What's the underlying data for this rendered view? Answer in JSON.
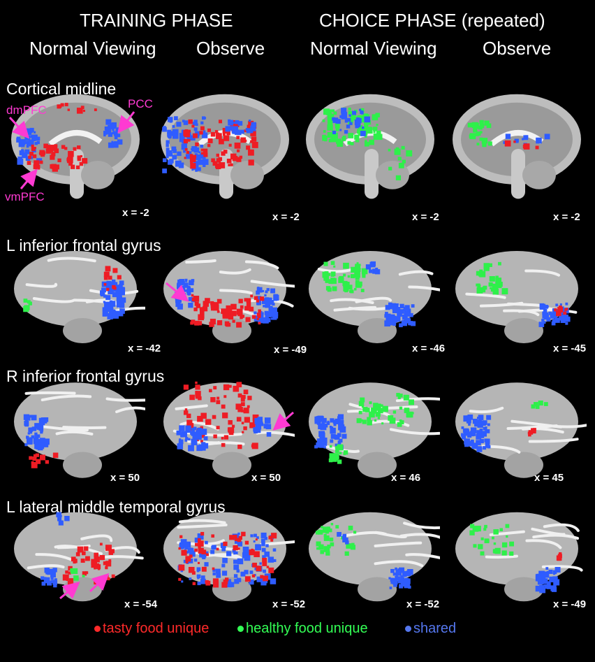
{
  "header": {
    "training": "TRAINING PHASE",
    "choice": "CHOICE PHASE (repeated)",
    "conditions": [
      "Normal Viewing",
      "Observe",
      "Normal Viewing",
      "Observe"
    ]
  },
  "rows": [
    {
      "title": "Cortical midline",
      "coords": [
        "x = -2",
        "x = -2",
        "x = -2",
        "x = -2"
      ]
    },
    {
      "title": "L inferior frontal gyrus",
      "coords": [
        "x = -42",
        "x = -49",
        "x = -46",
        "x = -45"
      ]
    },
    {
      "title": "R inferior frontal gyrus",
      "coords": [
        "x = 50",
        "x = 50",
        "x = 46",
        "x = 45"
      ]
    },
    {
      "title": "L lateral middle temporal gyrus",
      "coords": [
        "x = -54",
        "x = -52",
        "x = -52",
        "x = -49"
      ]
    }
  ],
  "annotations": {
    "dmpfc": "dmPFC",
    "pcc": "PCC",
    "vmpfc": "vmPFC"
  },
  "legend": [
    {
      "label": "tasty food unique",
      "color": "#ff2a2a"
    },
    {
      "label": "healthy food unique",
      "color": "#33ff55"
    },
    {
      "label": "shared",
      "color": "#5577ee"
    }
  ],
  "colors": {
    "tasty": "#ee1c24",
    "healthy": "#2ef04a",
    "shared": "#2f5cff",
    "arrow": "#ff3ad2"
  }
}
